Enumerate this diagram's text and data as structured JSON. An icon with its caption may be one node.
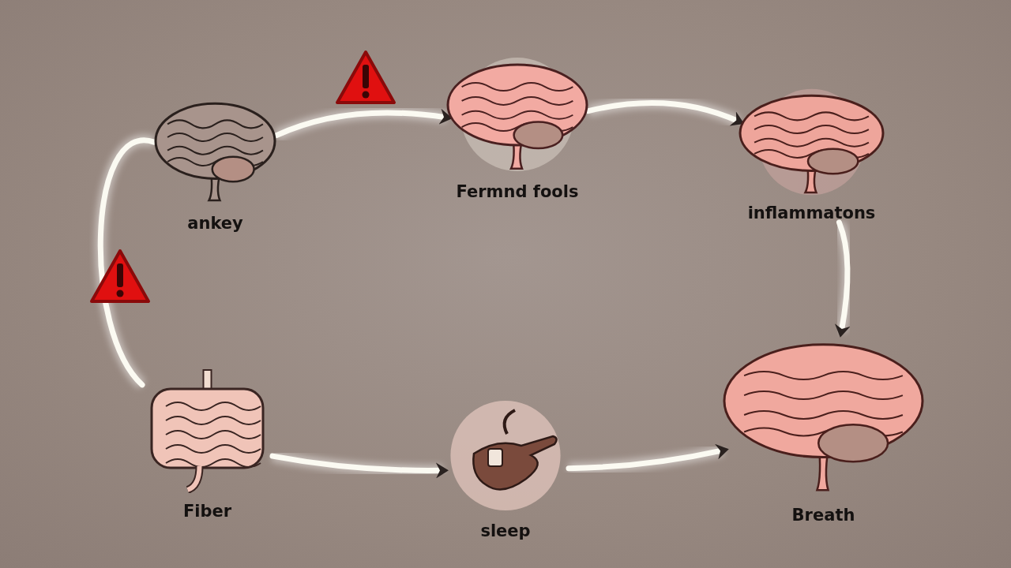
{
  "diagram": {
    "nodes": [
      {
        "text": [
          "ankey"
        ]
      },
      {
        "text": [
          "Fermnd fools"
        ]
      },
      {
        "text": [
          "inflammatons"
        ]
      },
      {
        "text": [
          "Fiber"
        ]
      },
      {
        "text": [
          "sleep"
        ]
      },
      {
        "text": [
          "Breath"
        ]
      }
    ],
    "edges": [
      {
        "from": 0,
        "to": 1,
        "arrow": "to"
      },
      {
        "from": 1,
        "to": 2,
        "arrow": "to"
      },
      {
        "from": 2,
        "to": 5,
        "arrow": "to"
      },
      {
        "from": 3,
        "to": 4,
        "arrow": "to"
      },
      {
        "from": 4,
        "to": 5,
        "arrow": "to"
      },
      {
        "from": 3,
        "to": 0,
        "arrow": "none"
      }
    ]
  }
}
